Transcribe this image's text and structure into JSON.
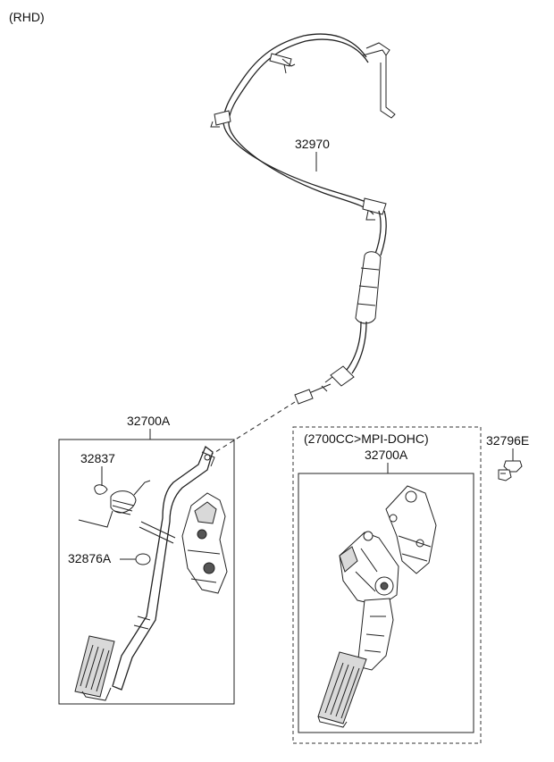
{
  "variant_tag": "(RHD)",
  "callouts": {
    "cable": "32970",
    "assy_left": "32700A",
    "spring": "32837",
    "stopper": "32876A",
    "bolt": "32796E",
    "assy_right": "32700A"
  },
  "option_group": {
    "header": "(2700CC>MPI-DOHC)"
  }
}
